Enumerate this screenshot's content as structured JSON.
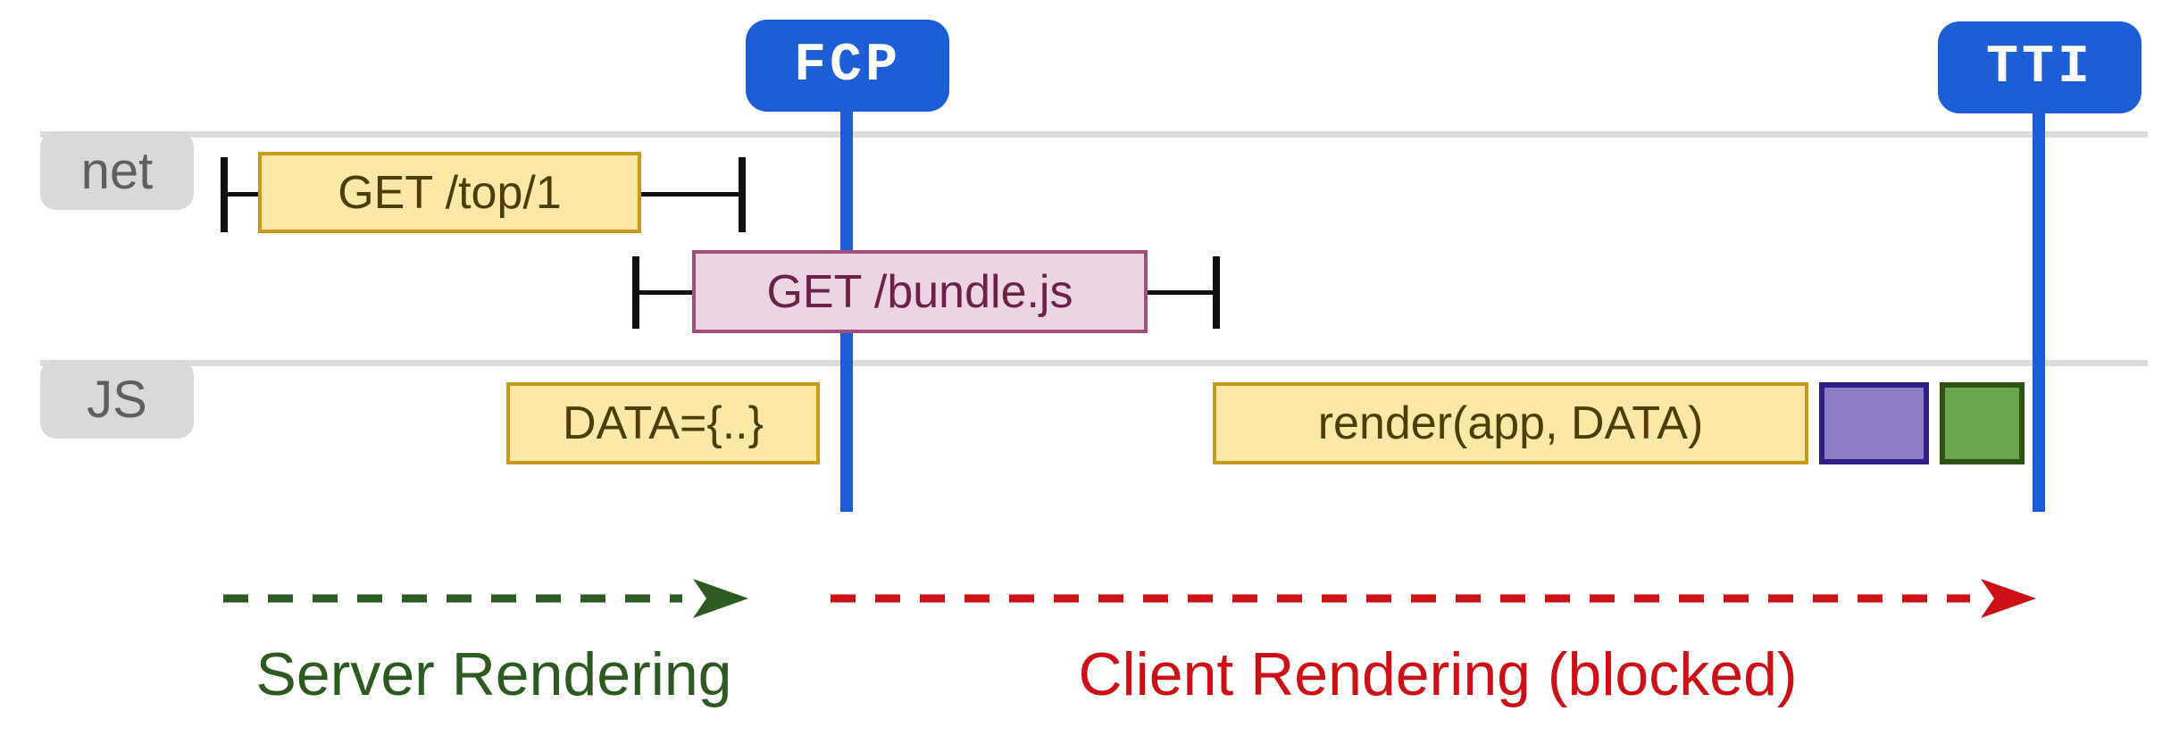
{
  "markers": {
    "fcp": {
      "label": "FCP"
    },
    "tti": {
      "label": "TTI"
    },
    "badge_color": "#1b5ed6",
    "line_color": "#1b5ed6",
    "text_color": "#ffffff"
  },
  "tracks": {
    "net": {
      "label": "net"
    },
    "js": {
      "label": "JS"
    },
    "label_bg": "#d9d9d9",
    "label_text": "#5f5f5f",
    "line_color": "#dcdcdc"
  },
  "events": {
    "get_top": {
      "label": "GET /top/1",
      "fill": "#fce8a6",
      "border": "#c9991c",
      "text_color": "#4d3e08",
      "track": "net"
    },
    "get_bundle": {
      "label": "GET /bundle.js",
      "fill": "#ead5e0",
      "border": "#a14e7d",
      "text_color": "#6d2048",
      "track": "net"
    },
    "data_assign": {
      "label": "DATA={..}",
      "fill": "#fce8a6",
      "border": "#c9991c",
      "text_color": "#4d3e08",
      "track": "js"
    },
    "render_call": {
      "label": "render(app, DATA)",
      "fill": "#fce8a6",
      "border": "#c9991c",
      "text_color": "#4d3e08",
      "track": "js"
    },
    "purple_block": {
      "fill": "#8b7cc4",
      "border": "#2e1e87",
      "track": "js"
    },
    "green_block": {
      "fill": "#69a74e",
      "border": "#2f5314",
      "track": "js"
    }
  },
  "whisker_color": "#111111",
  "phases": {
    "server": {
      "label": "Server Rendering",
      "color": "#2d5a21"
    },
    "client": {
      "label": "Client Rendering (blocked)",
      "color": "#cc1016"
    }
  }
}
